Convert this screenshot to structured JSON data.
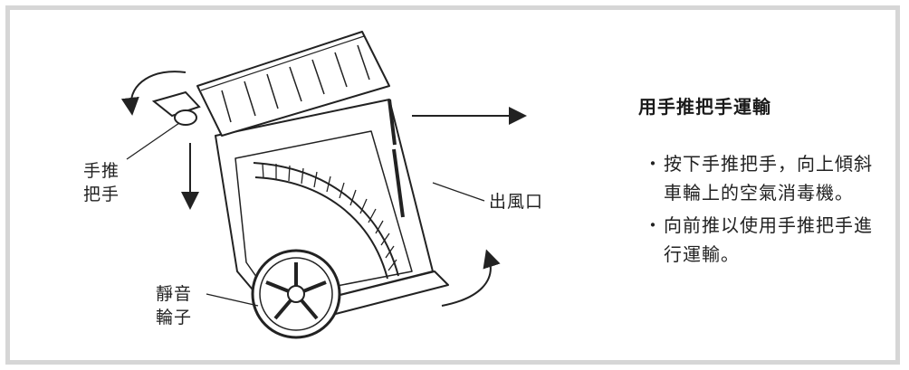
{
  "callouts": {
    "handle_line1": "手推",
    "handle_line2": "把手",
    "outlet": "出風口",
    "wheel_line1": "靜音",
    "wheel_line2": "輪子"
  },
  "panel": {
    "title": "用手推把手運輸",
    "bullets": [
      "按下手推把手，向上傾斜車輪上的空氣消毒機。",
      "向前推以使用手推把手進行運輸。"
    ],
    "bullet_mark": "・"
  },
  "colors": {
    "frame_border": "#d6d6d6",
    "line_art": "#222222"
  }
}
